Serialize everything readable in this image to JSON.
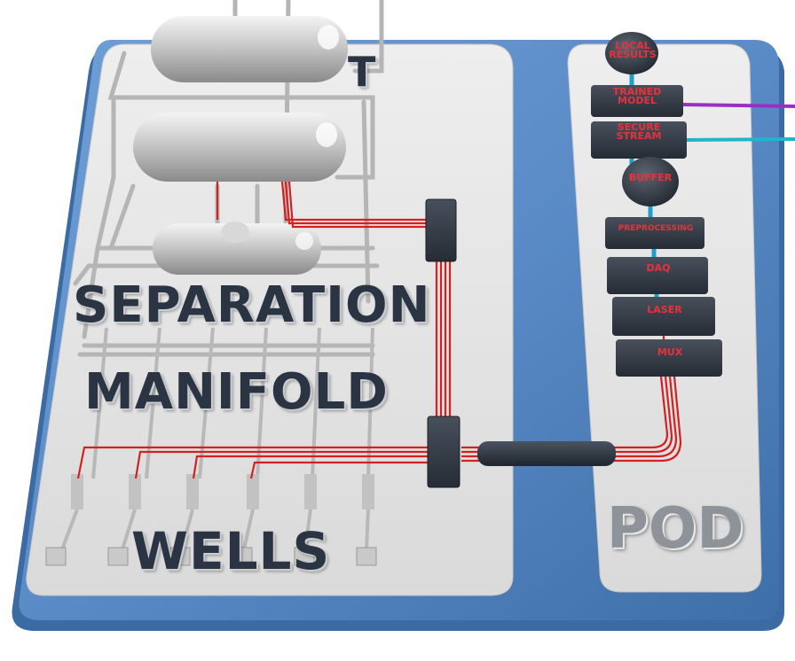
{
  "diagram": {
    "zones": {
      "separation": "SEPARATION",
      "manifold": "MANIFOLD",
      "wells": "WELLS",
      "pod": "POD",
      "partial_top": "T"
    },
    "pod_modules": {
      "local_results_line1": "LOCAL",
      "local_results_line2": "RESULTS",
      "trained_model_line1": "TRAINED",
      "trained_model_line2": "MODEL",
      "secure_stream_line1": "SECURE",
      "secure_stream_line2": "STREAM",
      "buffer": "BUFFER",
      "preprocessing": "PREPROCESSING",
      "daq": "DAQ",
      "laser": "LASER",
      "mux": "MUX"
    },
    "colors": {
      "fiber_red": "#d42020",
      "base_blue": "#5b8fc9",
      "panel_grey": "#e4e4e4",
      "module_dark": "#2f3642",
      "module_text": "#e8323a",
      "out_purple": "#9b2fc4",
      "out_cyan": "#1fb6c9"
    }
  }
}
